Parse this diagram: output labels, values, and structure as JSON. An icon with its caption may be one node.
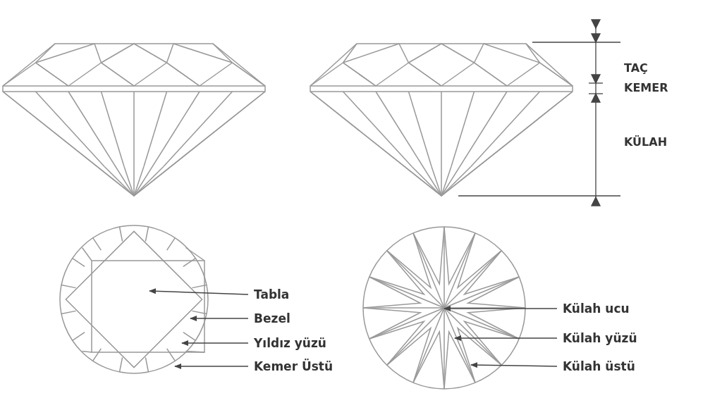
{
  "diagram": {
    "nodes": [
      {
        "text": [
          "Tabla"
        ]
      },
      {
        "text": [
          "Bezel"
        ]
      },
      {
        "text": [
          "Yıldız yüzü"
        ]
      },
      {
        "text": [
          "Kemer Üstü"
        ]
      },
      {
        "text": [
          "Külah ucu"
        ]
      },
      {
        "text": [
          "Külah yüzü"
        ]
      },
      {
        "text": [
          "Külah üstü"
        ]
      }
    ],
    "edges": [
      {
        "from": 0,
        "to": null,
        "arrow": "to"
      },
      {
        "from": 1,
        "to": null,
        "arrow": "to"
      },
      {
        "from": 2,
        "to": null,
        "arrow": "to"
      },
      {
        "from": 3,
        "to": null,
        "arrow": "to"
      },
      {
        "from": 4,
        "to": null,
        "arrow": "to"
      },
      {
        "from": 5,
        "to": null,
        "arrow": "to"
      },
      {
        "from": 6,
        "to": null,
        "arrow": "to"
      }
    ],
    "labels": [
      "TAÇ",
      "KEMER",
      "KÜLAH"
    ]
  }
}
